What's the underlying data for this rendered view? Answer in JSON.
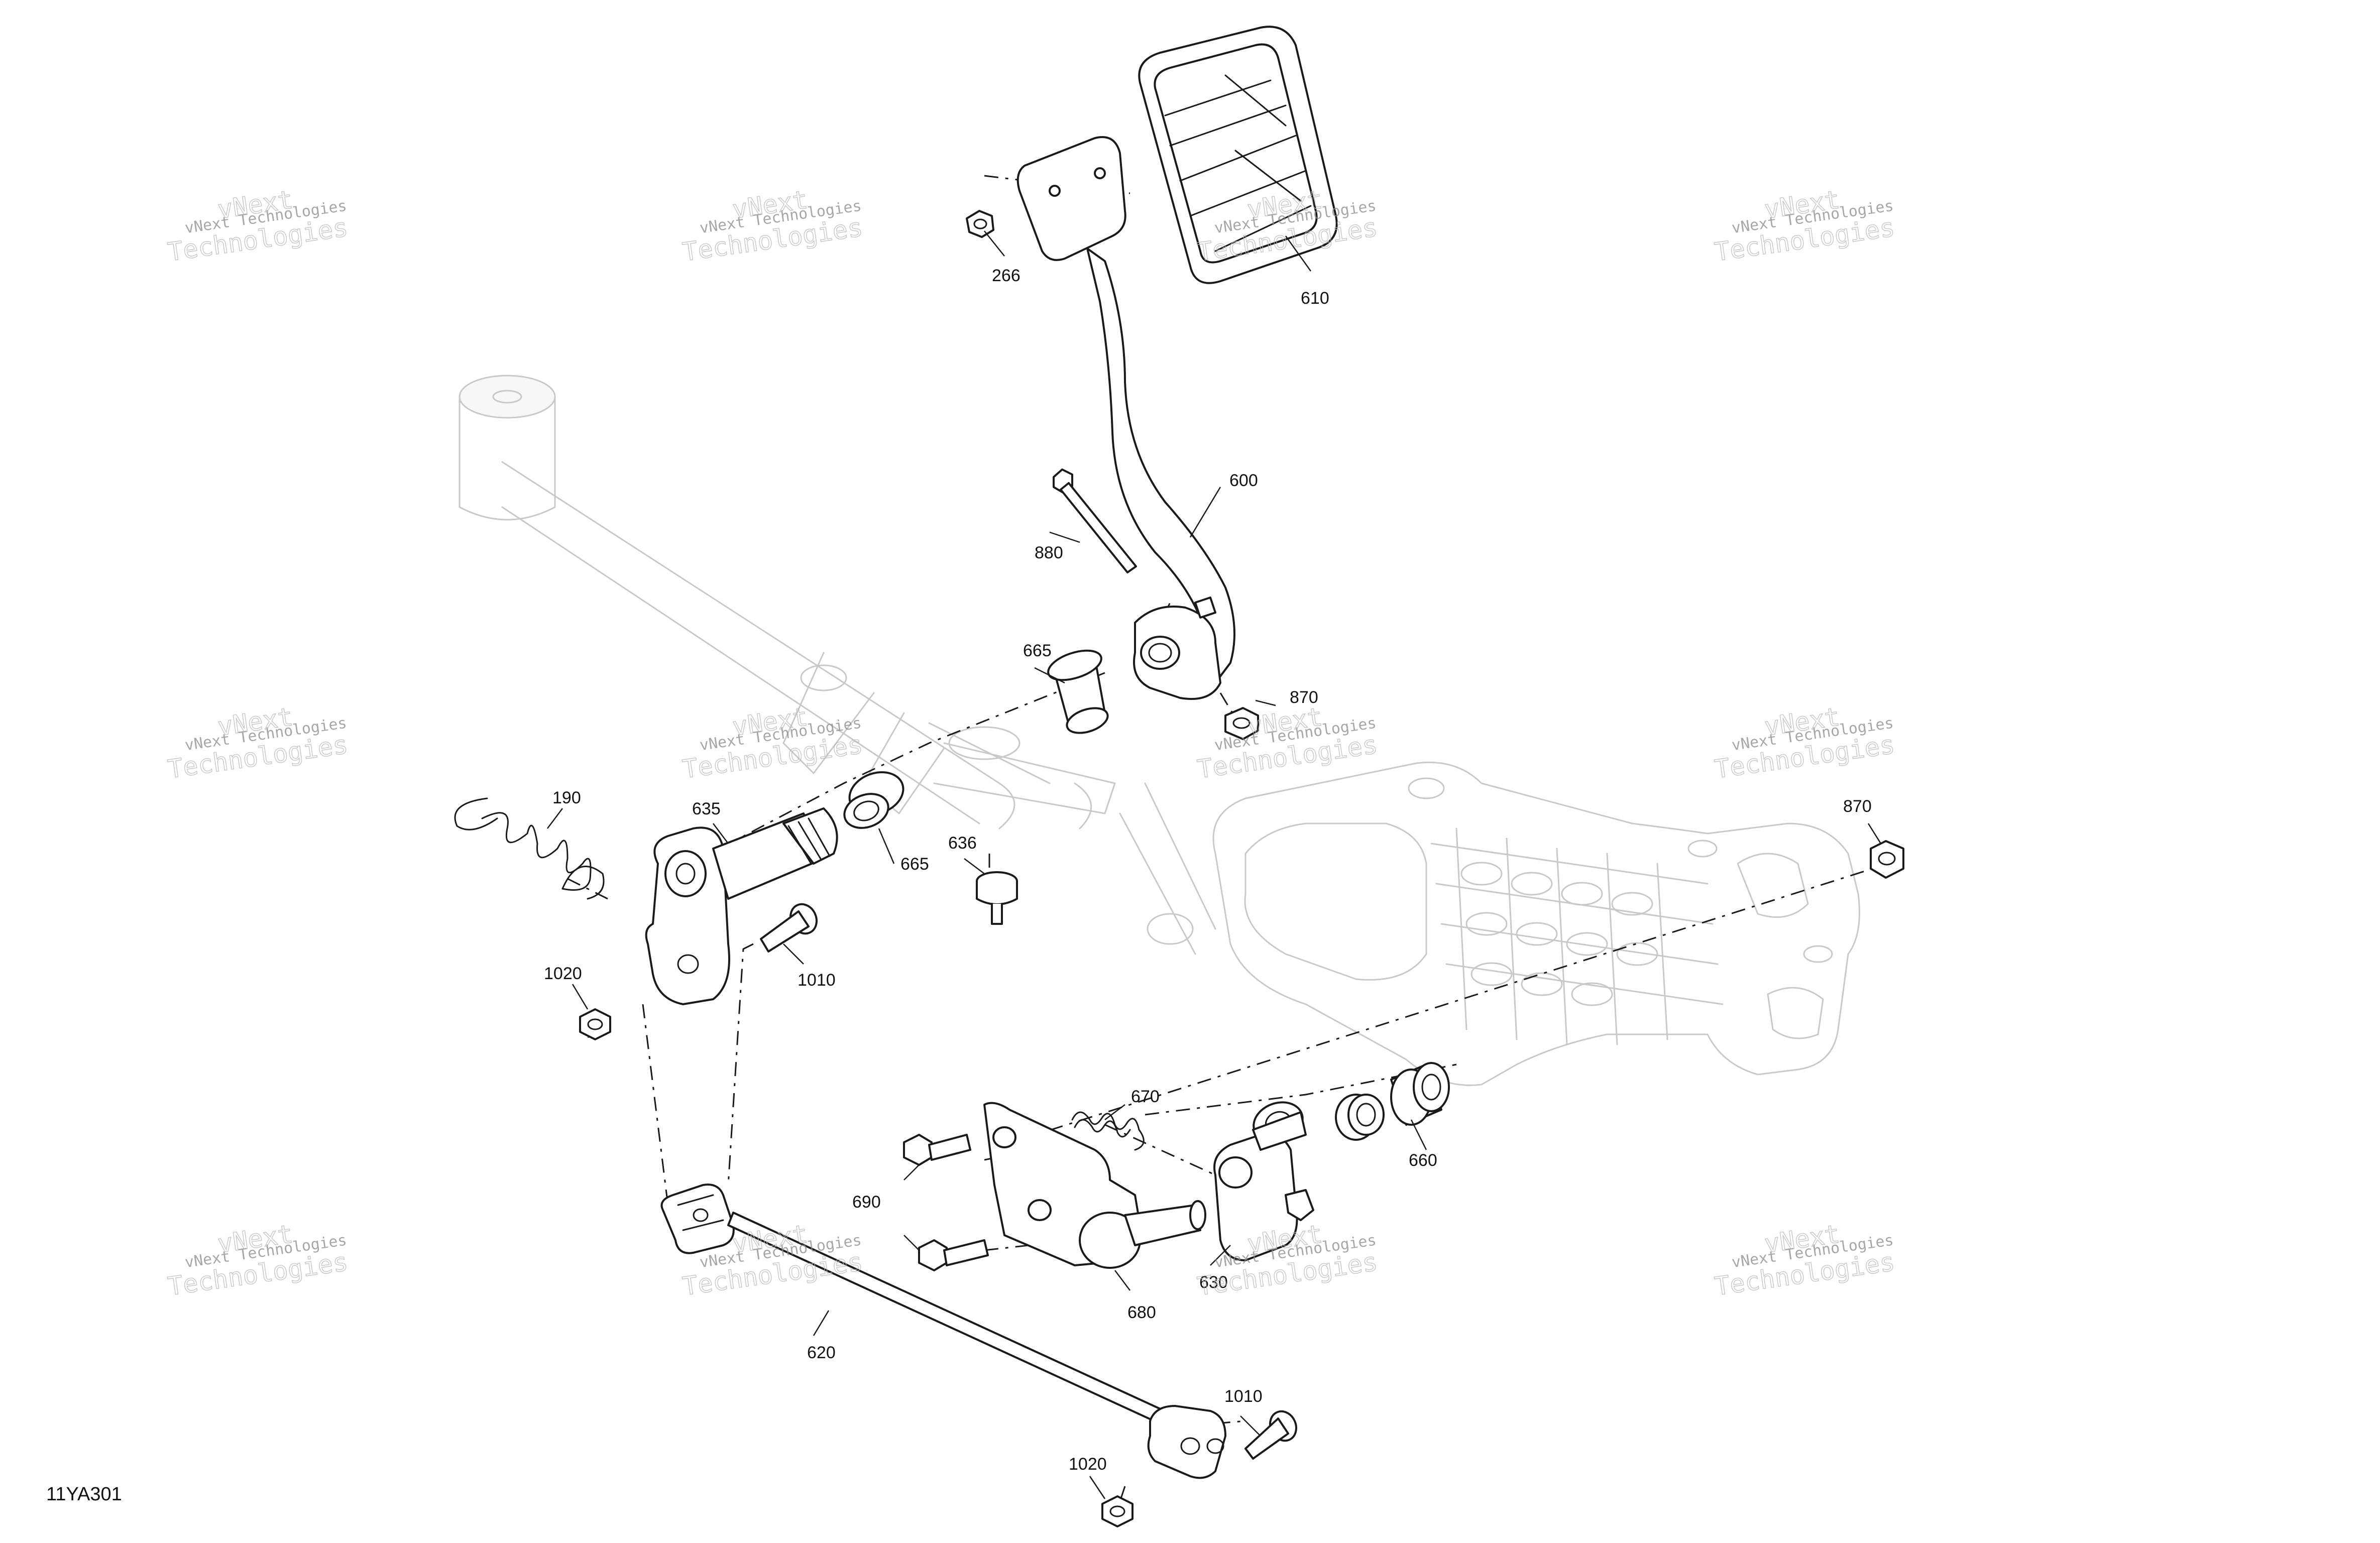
{
  "figure_ref": "11YA301",
  "watermark": {
    "line1": "vNext Technologies",
    "line2": "vNext",
    "line3": "Technologies"
  },
  "callouts": [
    {
      "id": "266",
      "label": "266"
    },
    {
      "id": "610",
      "label": "610"
    },
    {
      "id": "600",
      "label": "600"
    },
    {
      "id": "880",
      "label": "880"
    },
    {
      "id": "665a",
      "label": "665"
    },
    {
      "id": "870a",
      "label": "870"
    },
    {
      "id": "190",
      "label": "190"
    },
    {
      "id": "635",
      "label": "635"
    },
    {
      "id": "665b",
      "label": "665"
    },
    {
      "id": "636",
      "label": "636"
    },
    {
      "id": "870b",
      "label": "870"
    },
    {
      "id": "1010a",
      "label": "1010"
    },
    {
      "id": "1020a",
      "label": "1020"
    },
    {
      "id": "670",
      "label": "670"
    },
    {
      "id": "660",
      "label": "660"
    },
    {
      "id": "690",
      "label": "690"
    },
    {
      "id": "680",
      "label": "680"
    },
    {
      "id": "630",
      "label": "630"
    },
    {
      "id": "620",
      "label": "620"
    },
    {
      "id": "1010b",
      "label": "1010"
    },
    {
      "id": "1020b",
      "label": "1020"
    }
  ]
}
